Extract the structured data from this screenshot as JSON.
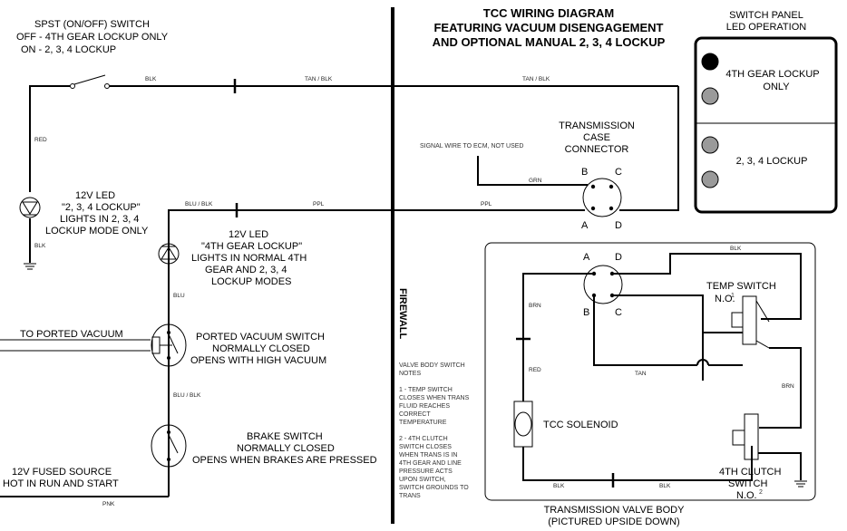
{
  "title": {
    "line1": "TCC WIRING DIAGRAM",
    "line2": "FEATURING VACUUM DISENGAGEMENT",
    "line3": "AND OPTIONAL MANUAL 2, 3, 4 LOCKUP"
  },
  "spst_switch": {
    "line1": "SPST (ON/OFF) SWITCH",
    "line2": "OFF - 4TH GEAR LOCKUP ONLY",
    "line3": "ON  - 2, 3, 4 LOCKUP"
  },
  "led_234": {
    "line1": "12V LED",
    "line2": "\"2, 3, 4 LOCKUP\"",
    "line3": "LIGHTS IN 2, 3, 4",
    "line4": "LOCKUP MODE ONLY"
  },
  "led_4th": {
    "line1": "12V LED",
    "line2": "\"4TH GEAR LOCKUP\"",
    "line3": "LIGHTS IN NORMAL 4TH",
    "line4": "GEAR AND 2, 3, 4",
    "line5": "LOCKUP MODES"
  },
  "vacuum": {
    "source": "TO PORTED VACUUM",
    "line1": "PORTED VACUUM SWITCH",
    "line2": "NORMALLY CLOSED",
    "line3": "OPENS WITH HIGH VACUUM"
  },
  "brake": {
    "line1": "BRAKE SWITCH",
    "line2": "NORMALLY CLOSED",
    "line3": "OPENS WHEN BRAKES ARE PRESSED"
  },
  "fused_source": {
    "line1": "12V FUSED SOURCE",
    "line2": "HOT IN RUN AND START"
  },
  "firewall": "FIREWALL",
  "wires": {
    "blk": "BLK",
    "tan_blk": "TAN / BLK",
    "red": "RED",
    "blu_blk": "BLU / BLK",
    "ppl": "PPL",
    "blu": "BLU",
    "pnk": "PNK",
    "grn": "GRN",
    "brn": "BRN",
    "tan": "TAN"
  },
  "connector": {
    "line1": "TRANSMISSION",
    "line2": "CASE",
    "line3": "CONNECTOR",
    "signal_wire": "SIGNAL WIRE TO ECM, NOT USED",
    "pins": {
      "a": "A",
      "b": "B",
      "c": "C",
      "d": "D"
    }
  },
  "switch_panel": {
    "title1": "SWITCH PANEL",
    "title2": "LED OPERATION",
    "top_line1": "4TH GEAR LOCKUP",
    "top_line2": "ONLY",
    "bottom": "2, 3, 4 LOCKUP"
  },
  "valve_body": {
    "temp_switch": "TEMP SWITCH",
    "temp_no": "N.O.",
    "temp_sup": "1",
    "solenoid": "TCC SOLENOID",
    "clutch1": "4TH CLUTCH",
    "clutch2": "SWITCH",
    "clutch_no": "N.O.",
    "clutch_sup": "2",
    "caption1": "TRANSMISSION VALVE BODY",
    "caption2": "(PICTURED UPSIDE DOWN)"
  },
  "notes": {
    "l1": "VALVE BODY SWITCH",
    "l2": "NOTES",
    "l3": "1 - TEMP SWITCH",
    "l4": "CLOSES WHEN TRANS",
    "l5": "FLUID REACHES",
    "l6": "CORRECT",
    "l7": "TEMPERATURE",
    "l8": "2 - 4TH CLUTCH",
    "l9": "SWITCH CLOSES",
    "l10": "WHEN TRANS IS IN",
    "l11": "4TH GEAR AND LINE",
    "l12": "PRESSURE ACTS",
    "l13": "UPON SWITCH,",
    "l14": "SWITCH GROUNDS TO",
    "l15": "TRANS"
  }
}
